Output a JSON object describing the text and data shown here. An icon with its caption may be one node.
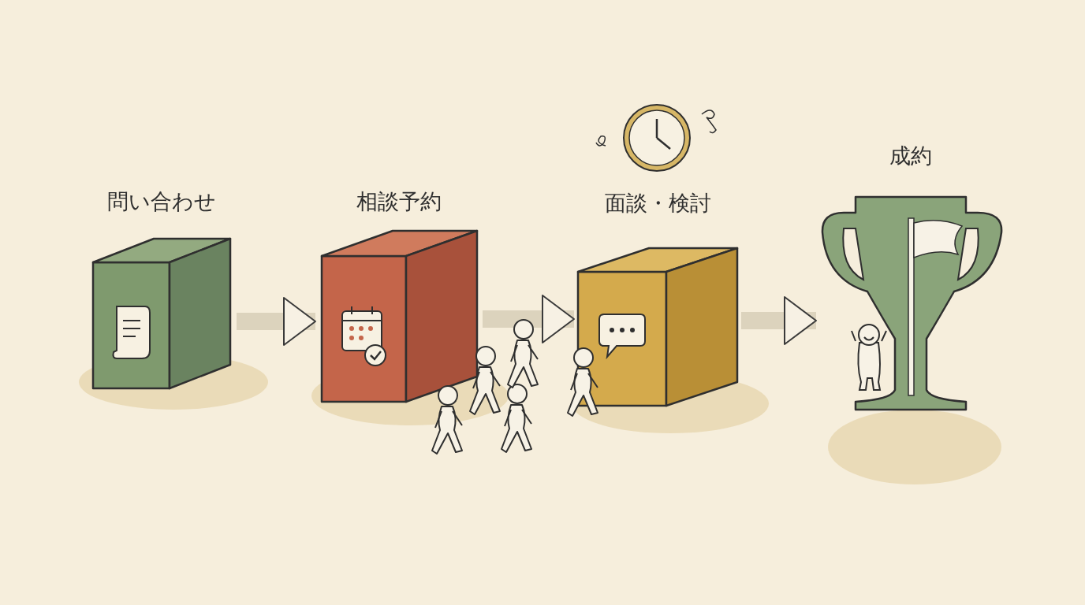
{
  "diagram": {
    "nodes": [
      {
        "text": [
          "問い合わせ"
        ]
      },
      {
        "text": [
          "相談予約"
        ]
      },
      {
        "text": [
          "面談・検討"
        ]
      },
      {
        "text": [
          "成約"
        ]
      }
    ],
    "edges": [
      {
        "from": 0,
        "to": 1,
        "arrow": "to"
      },
      {
        "from": 1,
        "to": 2,
        "arrow": "to"
      },
      {
        "from": 2,
        "to": 3,
        "arrow": "to"
      }
    ]
  }
}
